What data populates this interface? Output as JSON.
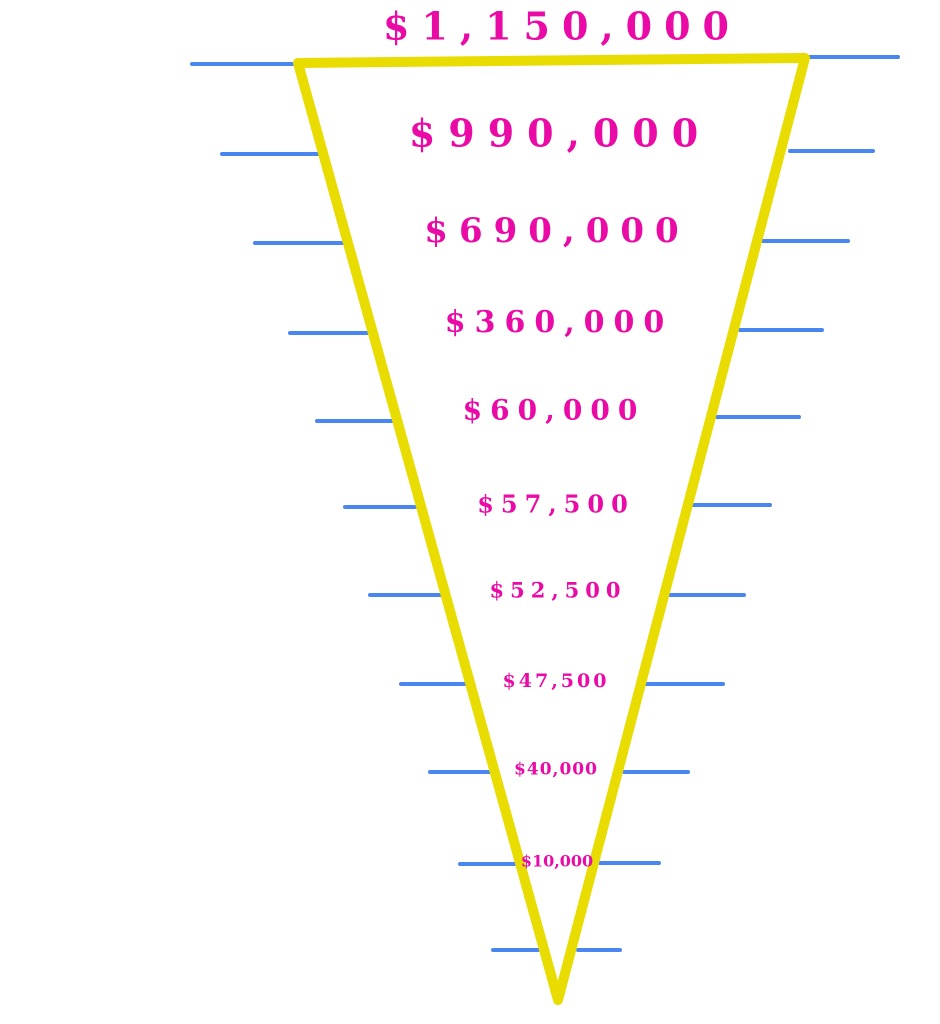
{
  "funnel": {
    "stages": [
      {
        "label": "$1,150,000"
      },
      {
        "label": "$990,000"
      },
      {
        "label": "$690,000"
      },
      {
        "label": "$360,000"
      },
      {
        "label": "$60,000"
      },
      {
        "label": "$57,500"
      },
      {
        "label": "$52,500"
      },
      {
        "label": "$47,500"
      },
      {
        "label": "$40,000"
      },
      {
        "label": "$10,000"
      }
    ],
    "colors": {
      "outline": "#e8dc00",
      "lines": "#4a86f0",
      "text": "#ea0aa6"
    }
  }
}
